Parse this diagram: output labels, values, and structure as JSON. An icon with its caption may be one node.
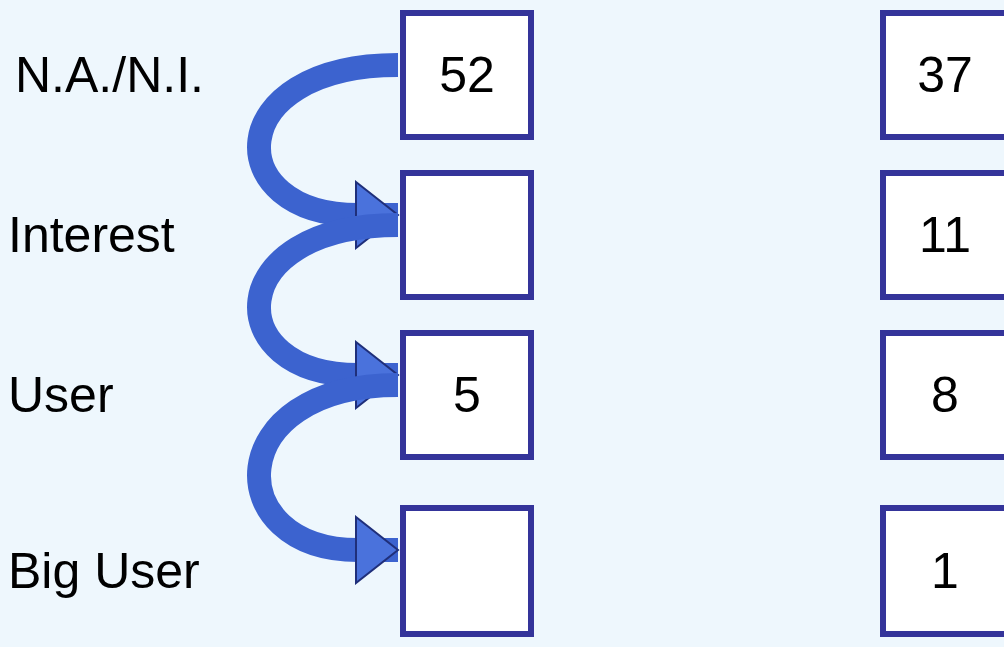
{
  "diagram": {
    "nodes": [
      {
        "text": [
          "N.A./N.I."
        ]
      },
      {
        "text": [
          "52"
        ]
      },
      {
        "text": [
          "37"
        ]
      },
      {
        "text": [
          "Interest"
        ]
      },
      {
        "text": [],
        "shape": "box"
      },
      {
        "text": [
          "11"
        ]
      },
      {
        "text": [
          "User"
        ]
      },
      {
        "text": [
          "5"
        ]
      },
      {
        "text": [
          "8"
        ]
      },
      {
        "text": [
          "Big User"
        ]
      },
      {
        "text": [],
        "shape": "box"
      },
      {
        "text": [
          "1"
        ]
      }
    ],
    "edges": [
      {
        "from": 1,
        "to": 4,
        "arrow": "to"
      },
      {
        "from": 4,
        "to": 7,
        "arrow": "to"
      },
      {
        "from": 7,
        "to": 10,
        "arrow": "to"
      }
    ]
  }
}
